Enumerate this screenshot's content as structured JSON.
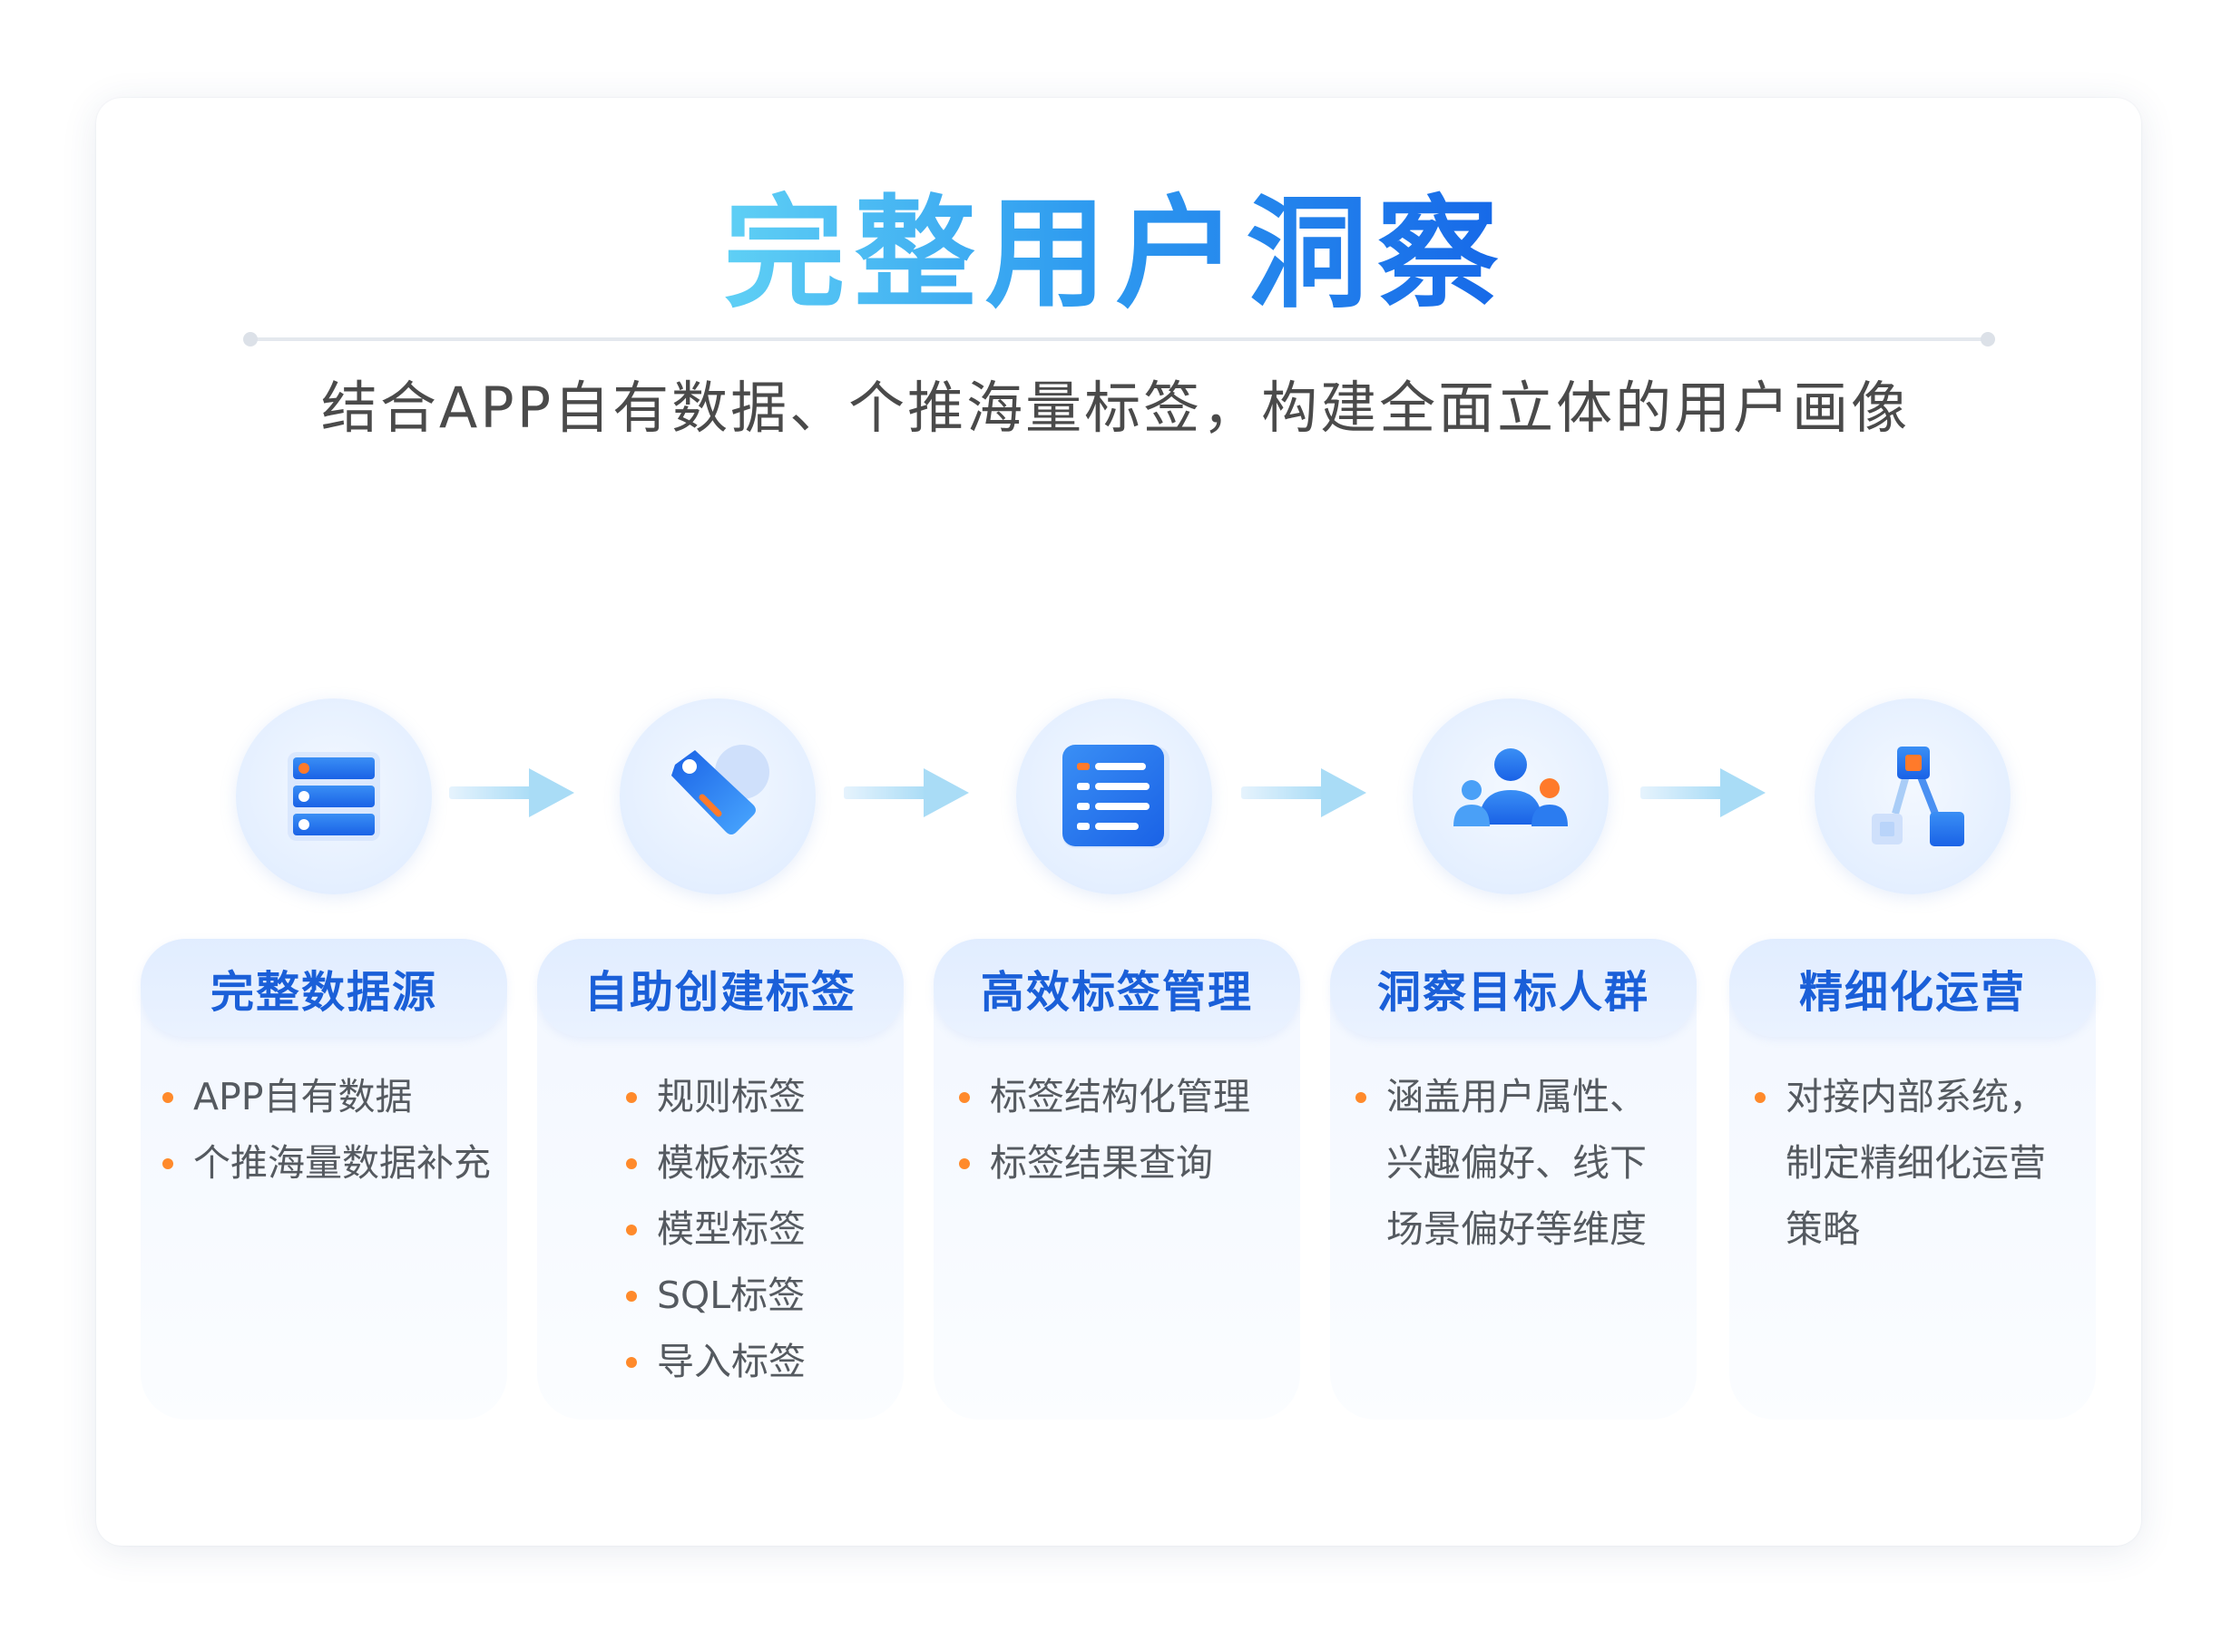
{
  "title": "完整用户洞察",
  "subtitle": "结合APP自有数据、个推海量标签，构建全面立体的用户画像",
  "colors": {
    "title_gradient": [
      "#5fd0f5",
      "#2f9cf0",
      "#1668e8"
    ],
    "card_title": "#1a5fd8",
    "bullet": "#ff8a2b",
    "icon_blue": "#1e6ff0",
    "icon_orange": "#ff7a2a"
  },
  "steps": [
    {
      "icon": "database-icon",
      "title": "完整数据源",
      "items": [
        "APP自有数据",
        "个推海量数据补充"
      ]
    },
    {
      "icon": "tag-icon",
      "title": "自助创建标签",
      "items": [
        "规则标签",
        "模板标签",
        "模型标签",
        "SQL标签",
        "导入标签"
      ]
    },
    {
      "icon": "list-document-icon",
      "title": "高效标签管理",
      "items": [
        "标签结构化管理",
        "标签结果查询"
      ]
    },
    {
      "icon": "user-group-icon",
      "title": "洞察目标人群",
      "items": [
        "涵盖用户属性、",
        "兴趣偏好、线下",
        "场景偏好等维度"
      ]
    },
    {
      "icon": "workflow-icon",
      "title": "精细化运营",
      "items": [
        "对接内部系统，",
        "制定精细化运营",
        "策略"
      ]
    }
  ]
}
